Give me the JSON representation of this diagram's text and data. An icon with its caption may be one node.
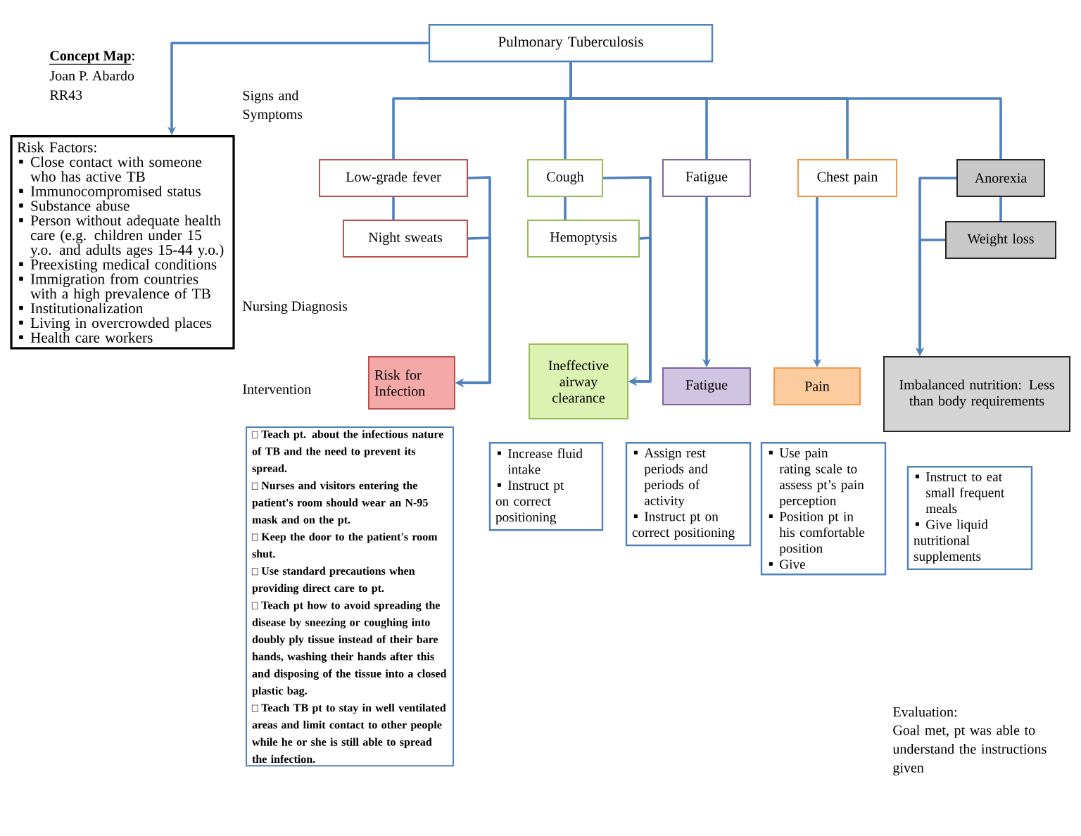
{
  "diagram": {
    "nodes": [
      {
        "text": [
          "Pulmonary Tuberculosis"
        ]
      },
      {
        "text": [
          "Risk Factors:",
          "Close contact with someone who has active TB",
          "Immunocompromised status",
          "Substance abuse",
          "Person without adequate health care (e.g. children under 15 y.o. and adults ages 15-44 y.o.)",
          "Preexisting medical conditions",
          "Immigration from countries with a high prevalence of TB",
          "Institutionalization",
          "Living in overcrowded places",
          "Health care workers"
        ]
      },
      {
        "text": [
          "Low-grade fever"
        ]
      },
      {
        "text": [
          "Night sweats"
        ]
      },
      {
        "text": [
          "Cough"
        ]
      },
      {
        "text": [
          "Hemoptysis"
        ]
      },
      {
        "text": [
          "Fatigue"
        ]
      },
      {
        "text": [
          "Chest pain"
        ]
      },
      {
        "text": [
          "Anorexia"
        ]
      },
      {
        "text": [
          "Weight loss"
        ]
      },
      {
        "text": [
          "Risk for Infection"
        ]
      },
      {
        "text": [
          "Ineffective airway clearance"
        ]
      },
      {
        "text": [
          "Fatigue"
        ]
      },
      {
        "text": [
          "Pain"
        ]
      },
      {
        "text": [
          "Imbalanced nutrition: Less than body requirements"
        ]
      },
      {
        "text": [
          "Teach pt. about the infectious nature of TB and the need to prevent its spread.",
          "Nurses and visitors entering the patient's room should wear an N-95 mask and on the pt.",
          "Keep the door to the patient's room shut.",
          "Use standard precautions when providing direct care to pt.",
          "Teach pt how to avoid spreading the disease by sneezing or coughing into doubly ply tissue instead of their bare hands, washing their hands after this and disposing of the tissue into a closed plastic bag.",
          "Teach TB pt to stay in well ventilated areas and limit contact to other people while he or she is still able to spread the infection."
        ]
      },
      {
        "text": [
          "Increase fluid intake",
          "Instruct pt on correct positioning"
        ]
      },
      {
        "text": [
          "Assign rest periods and periods of activity",
          "Instruct pt on correct positioning"
        ]
      },
      {
        "text": [
          "Use pain rating scale to assess pt’s pain perception",
          "Position pt in his comfortable position",
          "Give"
        ]
      },
      {
        "text": [
          "Instruct to eat small frequent meals",
          "Give liquid nutritional supplements"
        ]
      }
    ],
    "edges": [
      {
        "from": 0,
        "to": 1,
        "arrow": "to"
      },
      {
        "from": 0,
        "to": 2,
        "arrow": "none"
      },
      {
        "from": 0,
        "to": 4,
        "arrow": "none"
      },
      {
        "from": 0,
        "to": 6,
        "arrow": "none"
      },
      {
        "from": 0,
        "to": 7,
        "arrow": "none"
      },
      {
        "from": 0,
        "to": 8,
        "arrow": "none"
      },
      {
        "from": 2,
        "to": 3,
        "arrow": "none"
      },
      {
        "from": 4,
        "to": 5,
        "arrow": "none"
      },
      {
        "from": 8,
        "to": 9,
        "arrow": "none"
      },
      {
        "from": 2,
        "to": 10,
        "arrow": "to"
      },
      {
        "from": 3,
        "to": 10,
        "arrow": "to"
      },
      {
        "from": 4,
        "to": 11,
        "arrow": "to"
      },
      {
        "from": 5,
        "to": 11,
        "arrow": "to"
      },
      {
        "from": 6,
        "to": 12,
        "arrow": "to"
      },
      {
        "from": 7,
        "to": 13,
        "arrow": "to"
      },
      {
        "from": 8,
        "to": 14,
        "arrow": "to"
      },
      {
        "from": 9,
        "to": 14,
        "arrow": "to"
      }
    ],
    "labels": [
      "**Concept Map**:",
      "Joan P. Abardo",
      "RR43",
      "Signs and Symptoms",
      "Nursing Diagnosis",
      "Intervention",
      "Evaluation:",
      "Goal met, pt was able to understand the instructions given"
    ]
  }
}
